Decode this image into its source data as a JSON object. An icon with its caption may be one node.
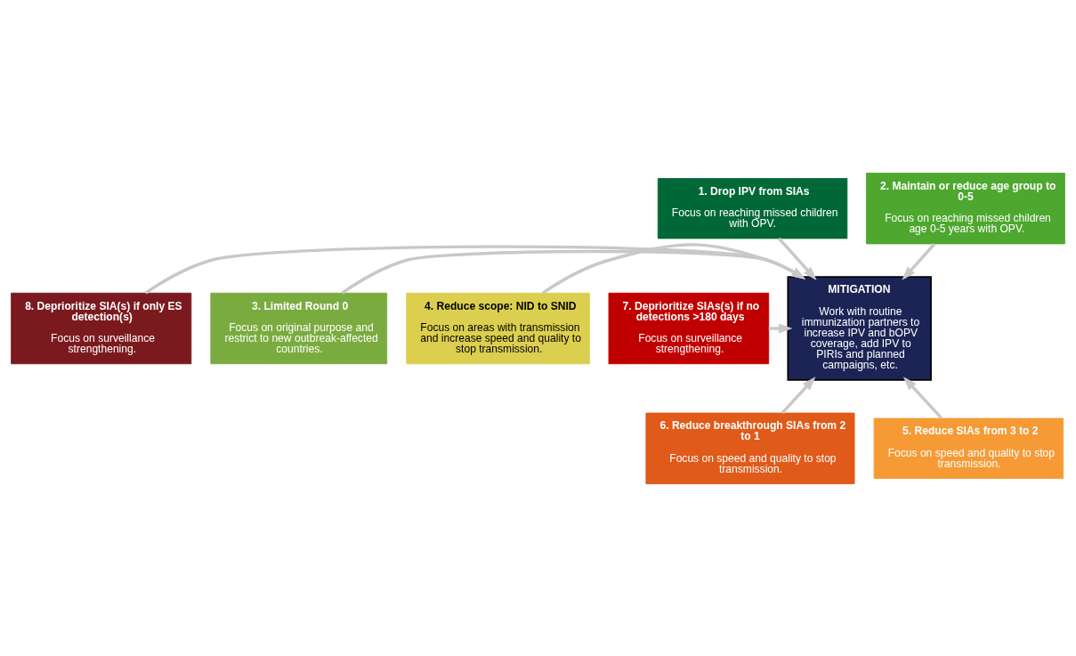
{
  "diagram": {
    "nodes": [
      {
        "text": [
          "1. Drop IPV from SIAs",
          "Focus on reaching missed children with OPV."
        ]
      },
      {
        "text": [
          "2. Maintain or reduce age group to 0-5",
          "Focus on reaching missed children age 0-5 years with OPV."
        ]
      },
      {
        "text": [
          "8. Deprioritize SIA(s) if only ES detection(s)",
          "Focus on surveillance strengthening."
        ]
      },
      {
        "text": [
          "3. Limited Round 0",
          "Focus on original purpose and restrict to new outbreak-affected countries."
        ]
      },
      {
        "text": [
          "MITIGATION",
          "Work with routine immunization partners to increase IPV and bOPV coverage, add IPV to PIRIs and planned campaigns, etc."
        ]
      },
      {
        "text": [
          "4. Reduce scope: NID to SNID",
          "Focus on areas with transmission and increase speed and quality to stop transmission."
        ]
      },
      {
        "text": [
          "7. Deprioritize SIAs(s) if no detections >180 days",
          "Focus on surveillance strengthening."
        ]
      },
      {
        "text": [
          "6. Reduce breakthrough SIAs from 2 to 1",
          "Focus on speed and quality to stop transmission."
        ]
      },
      {
        "text": [
          "5. Reduce SIAs from 3 to 2",
          "Focus on speed and quality to stop transmission."
        ]
      }
    ],
    "edges": [
      {
        "from": 0,
        "to": 4,
        "arrow": "to"
      },
      {
        "from": 1,
        "to": 4,
        "arrow": "to"
      },
      {
        "from": 2,
        "to": 4,
        "arrow": "to"
      },
      {
        "from": 3,
        "to": 4,
        "arrow": "to"
      },
      {
        "from": 5,
        "to": 4,
        "arrow": "to"
      },
      {
        "from": 6,
        "to": 4,
        "arrow": "to"
      },
      {
        "from": 7,
        "to": 4,
        "arrow": "to"
      },
      {
        "from": 8,
        "to": 4,
        "arrow": "to"
      }
    ]
  }
}
